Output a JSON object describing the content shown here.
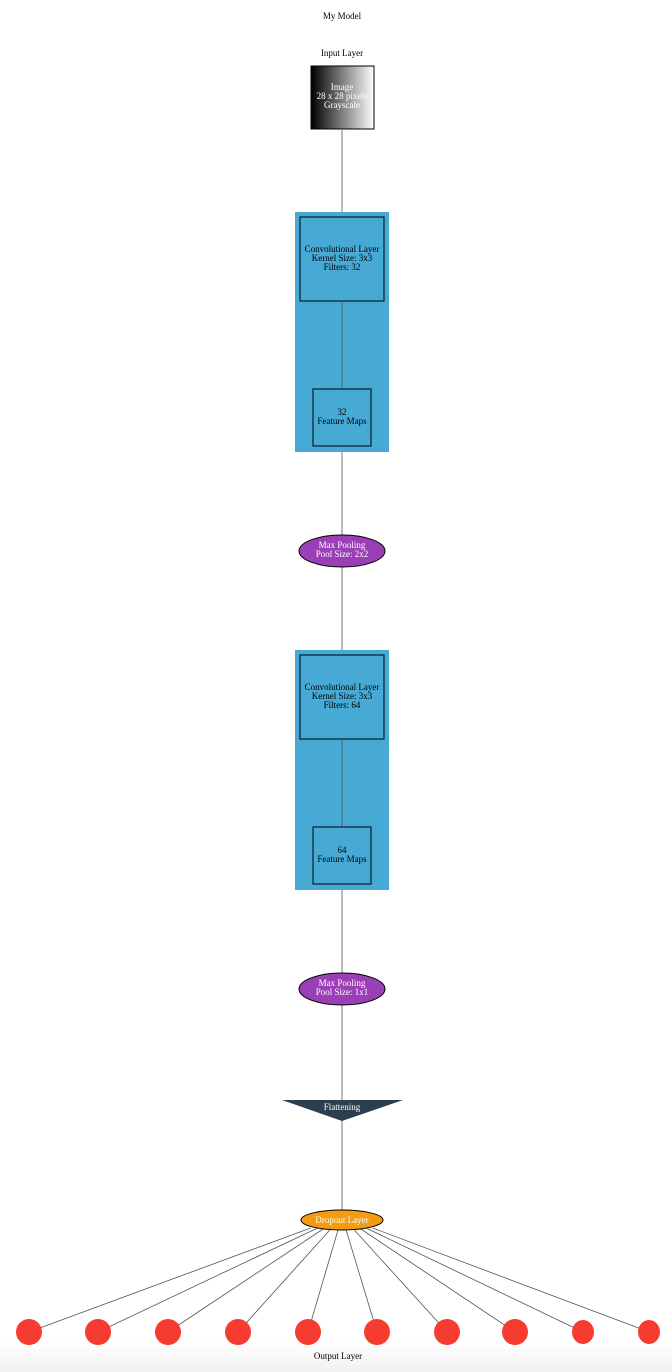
{
  "title": "My Model",
  "input": {
    "label": "Input Layer",
    "lines": [
      "Image",
      "28 x 28 pixels",
      "Grayscale"
    ]
  },
  "conv1": {
    "lines": [
      "Convolutional Layer",
      "Kernel Size: 3x3",
      "Filters: 32"
    ],
    "maps": [
      "32",
      "Feature Maps"
    ]
  },
  "pool1": {
    "lines": [
      "Max Pooling",
      "Pool Size: 2x2"
    ]
  },
  "conv2": {
    "lines": [
      "Convolutional Layer",
      "Kernel Size: 3x3",
      "Filters: 64"
    ],
    "maps": [
      "64",
      "Feature Maps"
    ]
  },
  "pool2": {
    "lines": [
      "Max Pooling",
      "Pool Size: 1x1"
    ]
  },
  "flatten": {
    "label": "Flattening"
  },
  "dropout": {
    "label": "Dropout Layer"
  },
  "output": {
    "label": "Output Layer",
    "node_count": 10
  },
  "colors": {
    "conv": "#46aad5",
    "pool": "#9b3fb6",
    "flatten": "#2c3e50",
    "dropout": "#f39c12",
    "output": "#f63c30"
  }
}
